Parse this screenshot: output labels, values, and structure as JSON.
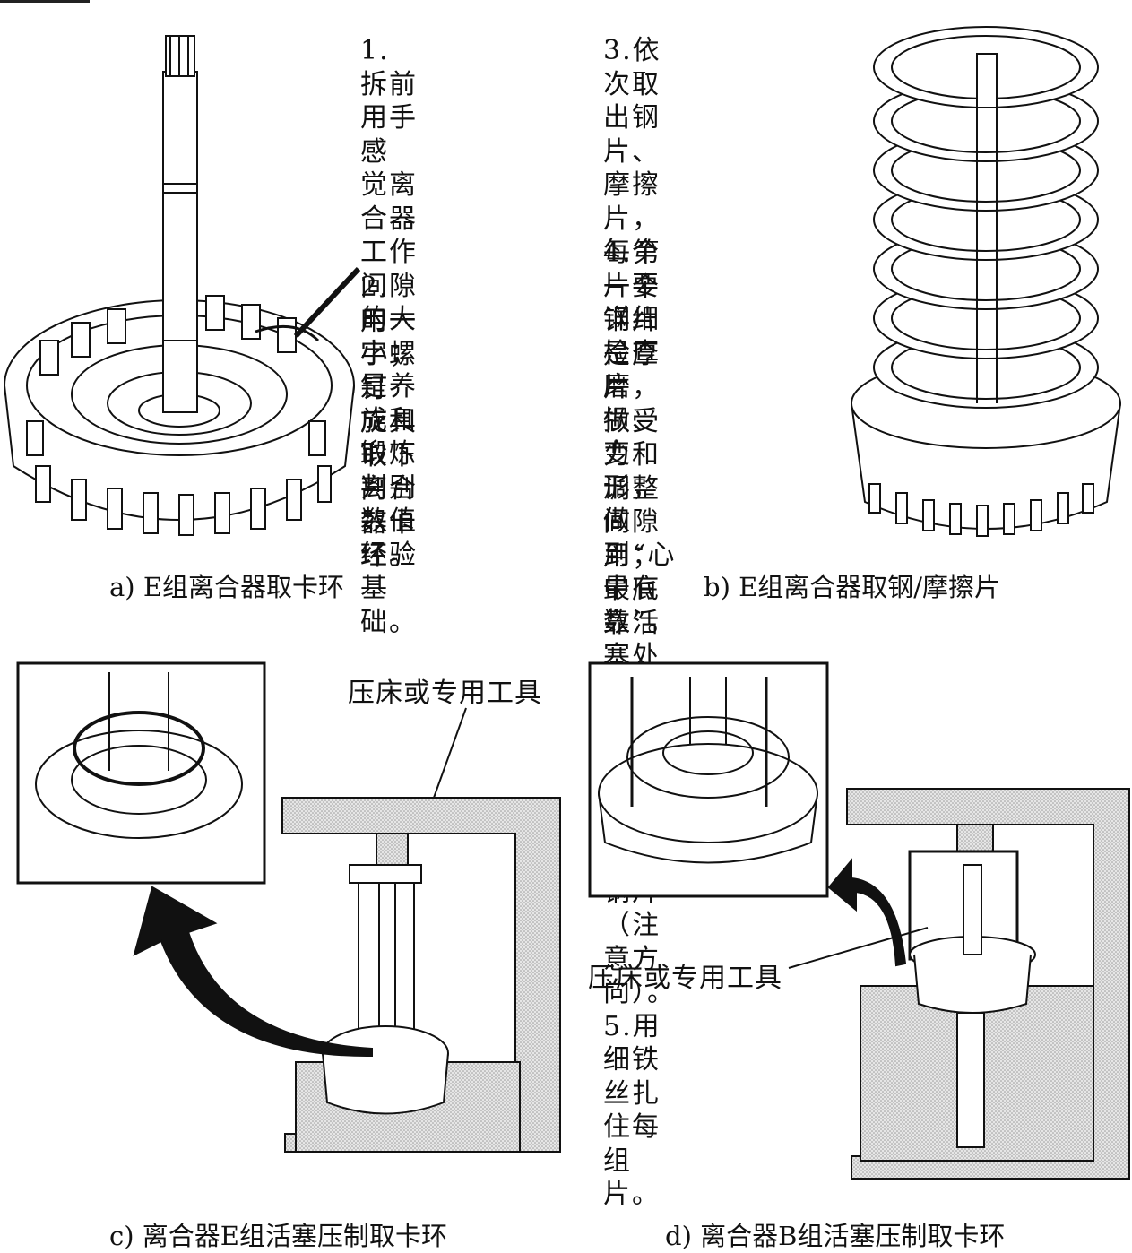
{
  "panels": {
    "a": {
      "caption": "a) E组离合器取卡环",
      "notes": [
        "1.拆前用手感\n觉离合器工作\n间隙的大小；\n是养成和锻炼\n判别数值经验\n基础。",
        "2.用一字螺钉\n旋具取下离合\n器卡环。"
      ]
    },
    "b": {
      "caption": "b) E组离合器取钢/摩擦片",
      "notes": [
        "3.依次取出钢片、\n摩擦片，每个片要\n详细检查磨损、变\n形，做到“心中有\n数”。",
        "4.第一个钢片是厚\n片，做受力和调整\n间隙用；最底靠活\n塞处看清楚是波浪\n钢片还是碗形钢片\n（注意方向）。\n5.用细铁丝扎住每\n组片。"
      ]
    },
    "c": {
      "caption": "c) 离合器E组活塞压制取卡环",
      "callout": "压床或专用工具"
    },
    "d": {
      "caption": "d) 离合器B组活塞压制取卡环",
      "callout": "压床或专用工具"
    }
  },
  "colors": {
    "line": "#111111",
    "shade": "#d4d4d4",
    "background": "#ffffff"
  }
}
